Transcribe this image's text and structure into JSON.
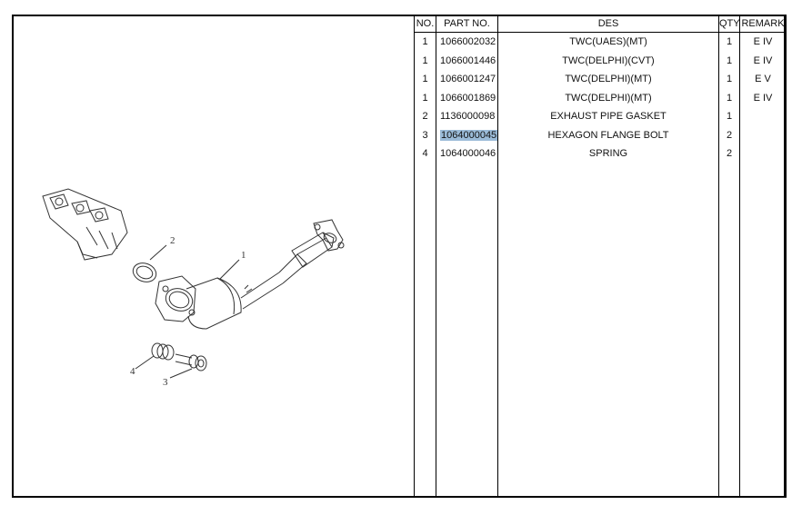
{
  "page": {
    "header_fragment": ""
  },
  "table": {
    "headers": {
      "no": "NO.",
      "part": "PART NO.",
      "des": "DES",
      "qty": "QTY",
      "remark": "REMARK"
    },
    "rows": [
      {
        "no": "1",
        "part": "1066002032",
        "des": "TWC(UAES)(MT)",
        "qty": "1",
        "remark": "E IV"
      },
      {
        "no": "1",
        "part": "1066001446",
        "des": "TWC(DELPHI)(CVT)",
        "qty": "1",
        "remark": "E IV"
      },
      {
        "no": "1",
        "part": "1066001247",
        "des": "TWC(DELPHI)(MT)",
        "qty": "1",
        "remark": "E V"
      },
      {
        "no": "1",
        "part": "1066001869",
        "des": "TWC(DELPHI)(MT)",
        "qty": "1",
        "remark": "E IV"
      },
      {
        "no": "2",
        "part": "1136000098",
        "des": "EXHAUST PIPE GASKET",
        "qty": "1",
        "remark": ""
      },
      {
        "no": "3",
        "part": "1064000045",
        "des": "HEXAGON FLANGE BOLT",
        "qty": "2",
        "remark": ""
      },
      {
        "no": "4",
        "part": "1064000046",
        "des": "SPRING",
        "qty": "2",
        "remark": ""
      }
    ],
    "highlighted_part": "1064000045",
    "highlight_color": "#9bbbd8"
  },
  "diagram": {
    "callouts": {
      "c1": "1",
      "c2": "2",
      "c3": "3",
      "c4": "4"
    }
  }
}
